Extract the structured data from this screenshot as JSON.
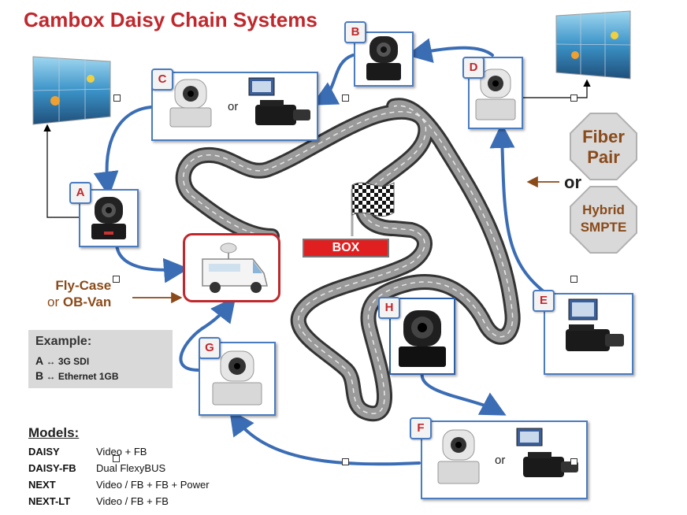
{
  "title": "Cambox Daisy Chain Systems",
  "nodes": {
    "A": {
      "label": "A"
    },
    "B": {
      "label": "B"
    },
    "C": {
      "label": "C",
      "or_text": "or"
    },
    "D": {
      "label": "D"
    },
    "E": {
      "label": "E"
    },
    "F": {
      "label": "F",
      "or_text": "or"
    },
    "G": {
      "label": "G"
    },
    "H": {
      "label": "H"
    }
  },
  "box_sign": "BOX",
  "fly_case": {
    "line1": "Fly-Case",
    "or_word": "or",
    "line2": "OB-Van"
  },
  "fiber_pair": "Fiber Pair",
  "or_connector": "or",
  "hybrid_smpte": "Hybrid SMPTE",
  "example": {
    "heading": "Example:",
    "rows": [
      {
        "key": "A",
        "arrow": "↔",
        "desc": "3G SDI"
      },
      {
        "key": "B",
        "arrow": "↔",
        "desc": "Ethernet 1GB"
      }
    ]
  },
  "models": {
    "heading": "Models:",
    "rows": [
      {
        "name": "DAISY",
        "desc": "Video + FB"
      },
      {
        "name": "DAISY-FB",
        "desc": "Dual FlexyBUS"
      },
      {
        "name": "NEXT",
        "desc": "Video / FB + FB + Power"
      },
      {
        "name": "NEXT-LT",
        "desc": "Video / FB + FB"
      }
    ]
  },
  "colors": {
    "title": "#c0282d",
    "link": "#3b6db5",
    "track": "#777777",
    "brown": "#8a4a1a",
    "node_border": "#4a7cc0"
  },
  "icons": {
    "ptz_camera": "ptz-camera-icon",
    "camcorder": "camcorder-icon",
    "video_wall": "video-wall-icon",
    "ob_van": "ob-van-icon",
    "checkered_flag": "checkered-flag-icon"
  }
}
